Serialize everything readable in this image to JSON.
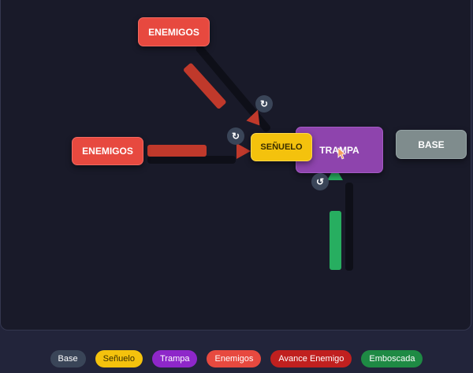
{
  "board": {
    "nodes": {
      "enemigos_top": "ENEMIGOS",
      "enemigos_left": "ENEMIGOS",
      "senuelo": "SEÑUELO",
      "trampa": "TRAMPA",
      "base": "BASE"
    },
    "icons": {
      "rotate": "↻",
      "rotate_alt": "↺"
    }
  },
  "legend": {
    "items": [
      {
        "label": "Base",
        "color": "#3a4558",
        "text": "#ffffff"
      },
      {
        "label": "Señuelo",
        "color": "#f4c20d",
        "text": "#3a2e00"
      },
      {
        "label": "Trampa",
        "color": "#8e27c9",
        "text": "#ffffff"
      },
      {
        "label": "Enemigos",
        "color": "#e7493f",
        "text": "#ffffff"
      },
      {
        "label": "Avance Enemigo",
        "color": "#c0201f",
        "text": "#ffffff"
      },
      {
        "label": "Emboscada",
        "color": "#1e8a44",
        "text": "#ffffff"
      }
    ]
  },
  "colors": {
    "canvas": "#191a29",
    "enemy_bar": "#c0392b",
    "ambush_bar": "#27ae60"
  }
}
